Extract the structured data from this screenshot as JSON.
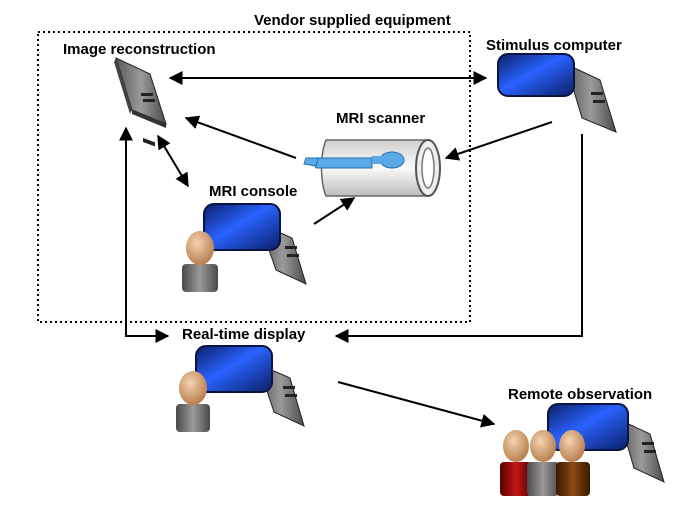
{
  "labels": {
    "vendor_box": "Vendor supplied equipment",
    "image_reconstruction": "Image reconstruction",
    "stimulus_computer": "Stimulus computer",
    "mri_scanner": "MRI scanner",
    "mri_console": "MRI console",
    "realtime_display": "Real-time display",
    "remote_observation": "Remote observation"
  },
  "colors": {
    "monitor_blue": "#1f4fd8",
    "tower_gray": "#808080",
    "scanner_body": "#e6e6e6",
    "patient_blue": "#5aa9e6",
    "head_skin": "#e8b48a",
    "person_body_gray": "#6e6e6e",
    "observer_red": "#a01010",
    "observer_gray": "#606060",
    "observer_brown": "#6b3a10"
  }
}
